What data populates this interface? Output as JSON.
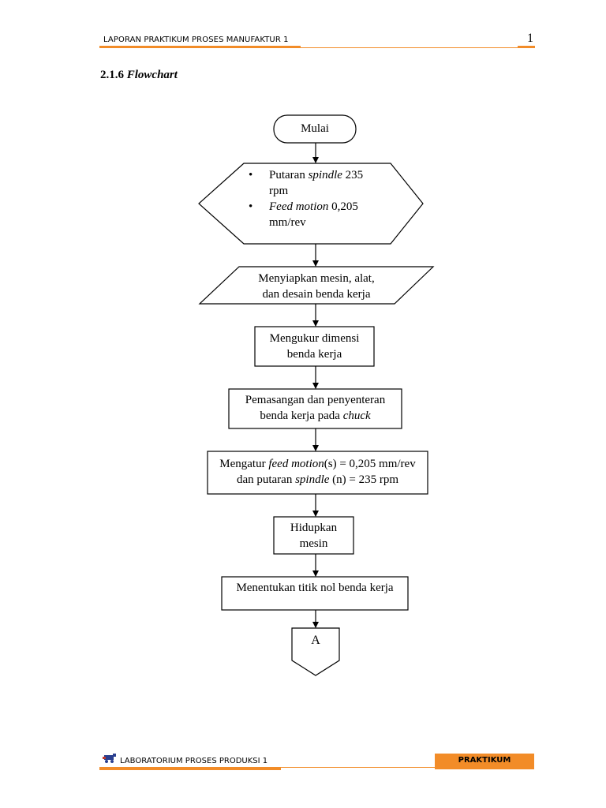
{
  "header": {
    "title": "LAPORAN PRAKTIKUM PROSES MANUFAKTUR 1",
    "page_number": "1"
  },
  "section": {
    "number": "2.1.6",
    "title": "Flowchart"
  },
  "flowchart": {
    "start": "Mulai",
    "parameters": [
      {
        "bullet": "•",
        "before": "Putaran ",
        "italic": "spindle",
        "after": " 235",
        "line2": "rpm"
      },
      {
        "bullet": "•",
        "before": "",
        "italic": "Feed motion",
        "after": " 0,205",
        "line2": "mm/rev"
      }
    ],
    "prepare": {
      "line1": "Menyiapkan mesin, alat,",
      "line2": "dan desain benda kerja"
    },
    "measure": {
      "line1": "Mengukur dimensi",
      "line2": "benda kerja"
    },
    "mounting": {
      "line1": "Pemasangan dan penyenteran",
      "line2_before": "benda kerja pada ",
      "line2_italic": "chuck"
    },
    "setting": {
      "line1_before": "Mengatur ",
      "line1_italic": "feed motion",
      "line1_after": "(s) = 0,205 mm/rev",
      "line2_before": "dan putaran ",
      "line2_italic": "spindle",
      "line2_after": " (n) = 235 rpm"
    },
    "power_on": {
      "line1": "Hidupkan",
      "line2": "mesin"
    },
    "zero_point": "Menentukan titik nol benda kerja",
    "connector": "A"
  },
  "footer": {
    "lab": "LABORATORIUM PROSES PRODUKSI 1",
    "badge": "PRAKTIKUM"
  },
  "colors": {
    "accent": "#f28c28",
    "stroke": "#000000"
  }
}
